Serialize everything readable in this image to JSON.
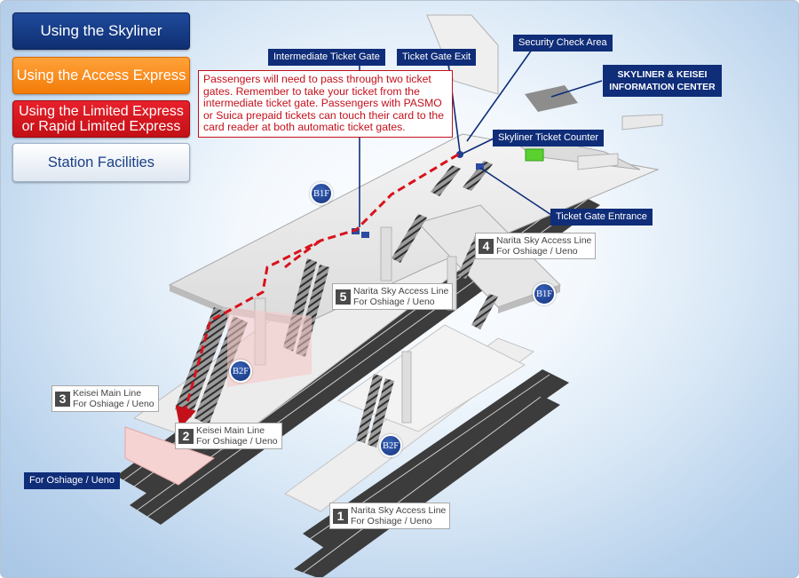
{
  "nav": {
    "skyliner": "Using the Skyliner",
    "access_express": "Using the Access Express",
    "limited_line1": "Using the Limited Express",
    "limited_line2": "or Rapid Limited Express",
    "station": "Station Facilities"
  },
  "labels": {
    "intermediate_gate": "Intermediate Ticket Gate",
    "gate_exit": "Ticket Gate Exit",
    "security": "Security Check Area",
    "info_line1": "SKYLINER & KEISEI",
    "info_line2": "INFORMATION CENTER",
    "counter": "Skyliner Ticket Counter",
    "gate_entrance": "Ticket Gate Entrance",
    "bottom_left": "For Oshiage / Ueno"
  },
  "note": {
    "text": "Passengers will need to pass through two ticket gates. Remember to take your ticket from the intermediate ticket gate. Passengers with PASMO or Suica prepaid tickets can touch their card to the card reader at both automatic ticket gates."
  },
  "platforms": [
    {
      "num": "4",
      "line": "Narita Sky Access Line",
      "dest": "For Oshiage / Ueno"
    },
    {
      "num": "5",
      "line": "Narita Sky Access Line",
      "dest": "For Oshiage / Ueno"
    },
    {
      "num": "3",
      "line": "Keisei Main Line",
      "dest": "For Oshiage / Ueno"
    },
    {
      "num": "2",
      "line": "Keisei Main Line",
      "dest": "For Oshiage / Ueno"
    },
    {
      "num": "1",
      "line": "Narita Sky Access Line",
      "dest": "For Oshiage / Ueno"
    }
  ],
  "floors": {
    "b1f": "B1F",
    "b2f": "B2F"
  },
  "colors": {
    "navy": "#0f2d78",
    "route": "#d8121c",
    "skyliner": "#1f4a9a",
    "access": "#f58a1f",
    "limited": "#d91820"
  }
}
